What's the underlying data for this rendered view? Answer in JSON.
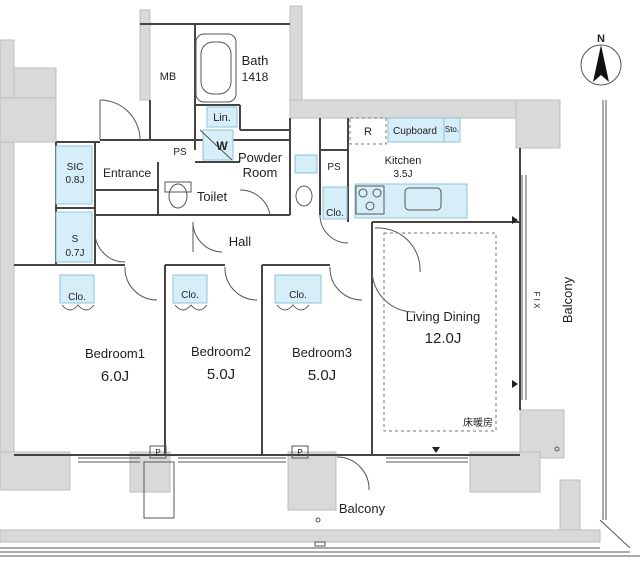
{
  "rooms": {
    "mb": "MB",
    "bath": "Bath",
    "bath_size": "1418",
    "linen": "Lin.",
    "washer": "W",
    "ps_left": "PS",
    "powder_room": "Powder Room",
    "ps_right": "PS",
    "kitchen": "Kitchen",
    "kitchen_size": "3.5J",
    "refrigerator": "R",
    "cupboard": "Cupboard",
    "storage": "Sto.",
    "sic": "SIC",
    "sic_size": "0.8J",
    "entrance": "Entrance",
    "toilet": "Toilet",
    "storage_s": "S",
    "storage_s_size": "0.7J",
    "hall": "Hall",
    "closet_kitchen": "Clo.",
    "closet_bedroom1": "Clo.",
    "closet_bedroom2": "Clo.",
    "closet_bedroom3": "Clo.",
    "living_dining": "Living Dining",
    "living_dining_size": "12.0J",
    "floor_heating": "床暖房",
    "fix": "F I X",
    "bedroom1": "Bedroom1",
    "bedroom1_size": "6.0J",
    "bedroom2": "Bedroom2",
    "bedroom2_size": "5.0J",
    "bedroom3": "Bedroom3",
    "bedroom3_size": "5.0J",
    "pipe_1": "P",
    "pipe_2": "P",
    "balcony_bottom": "Balcony",
    "balcony_right": "Balcony"
  },
  "compass": {
    "label": "N",
    "icon": "north-arrow-icon"
  }
}
